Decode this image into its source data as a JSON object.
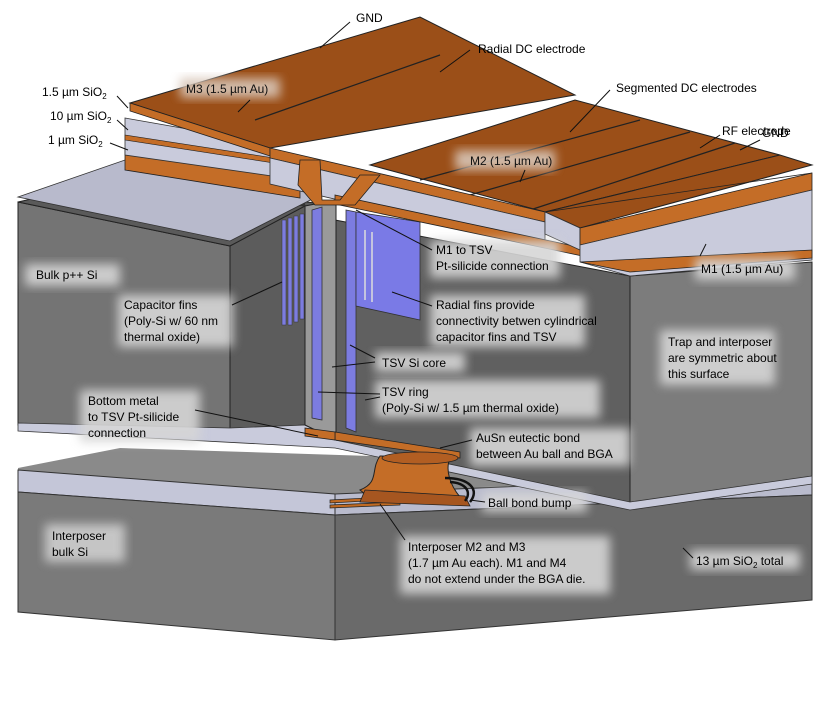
{
  "labels": {
    "gnd_top": "GND",
    "radial_dc": "Radial DC electrode",
    "oxide_15": "1.5 µm SiO",
    "oxide_10": "10 µm SiO",
    "oxide_1": "1 µm SiO",
    "oxide_sub": "2",
    "m3": "M3 (1.5 µm Au)",
    "segmented_dc": "Segmented DC electrodes",
    "rf": "RF electrode",
    "gnd_right": "GND",
    "m2": "M2 (1.5 µm Au)",
    "m1_tsv_1": "M1 to TSV",
    "m1_tsv_2": "Pt-silicide connection",
    "m1": "M1 (1.5 µm Au)",
    "bulk_si": "Bulk p++ Si",
    "cap_fins_1": "Capacitor fins",
    "cap_fins_2": "(Poly-Si w/ 60 nm",
    "cap_fins_3": "thermal oxide)",
    "radial_fins_1": "Radial fins provide",
    "radial_fins_2": "connectivity betwen cylindrical",
    "radial_fins_3": "capacitor fins and TSV",
    "trap_sym_1": "Trap and interposer",
    "trap_sym_2": "are symmetric about",
    "trap_sym_3": "this surface",
    "tsv_core": "TSV Si core",
    "tsv_ring_1": "TSV ring",
    "tsv_ring_2": "(Poly-Si w/ 1.5 µm thermal oxide)",
    "bottom_metal_1": "Bottom metal",
    "bottom_metal_2": "to TSV Pt-silicide",
    "bottom_metal_3": "connection",
    "ausn_1": "AuSn eutectic bond",
    "ausn_2": "between Au ball and BGA",
    "ball_bump": "Ball bond bump",
    "interposer_bulk_1": "Interposer",
    "interposer_bulk_2": "bulk Si",
    "interposer_m_1": "Interposer M2 and M3",
    "interposer_m_2": "(1.7 µm Au each). M1 and M4",
    "interposer_m_3": "do not extend under the BGA die.",
    "oxide_total": "13 µm SiO",
    "oxide_total_sub": "2",
    "oxide_total_suffix": " total"
  },
  "colors": {
    "gold": "#9b4f18",
    "gold_light": "#c46d27",
    "si_top": "#9e9e9e",
    "si_front": "#6f6f6f",
    "si_side": "#5e5e5e",
    "oxide": "#c9cbdc",
    "tsv": "#8080e0"
  }
}
